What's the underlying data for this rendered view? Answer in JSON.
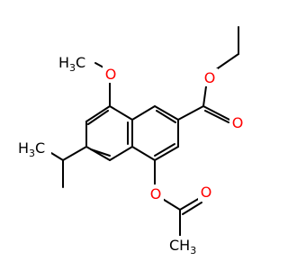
{
  "molecule": {
    "atom_labels": {
      "methoxy_ch3": "H3C",
      "methoxy_o": "O",
      "ester_o_single": "O",
      "ester_o_double": "O",
      "isopropyl_ch3": "H3C",
      "acetoxy_o_single": "O",
      "acetoxy_o_double": "O",
      "acetoxy_ch3": "CH3"
    }
  },
  "colors": {
    "bond": "#000000",
    "carbon_label": "#000000",
    "oxygen_label": "#ff0000",
    "background": "#ffffff"
  }
}
